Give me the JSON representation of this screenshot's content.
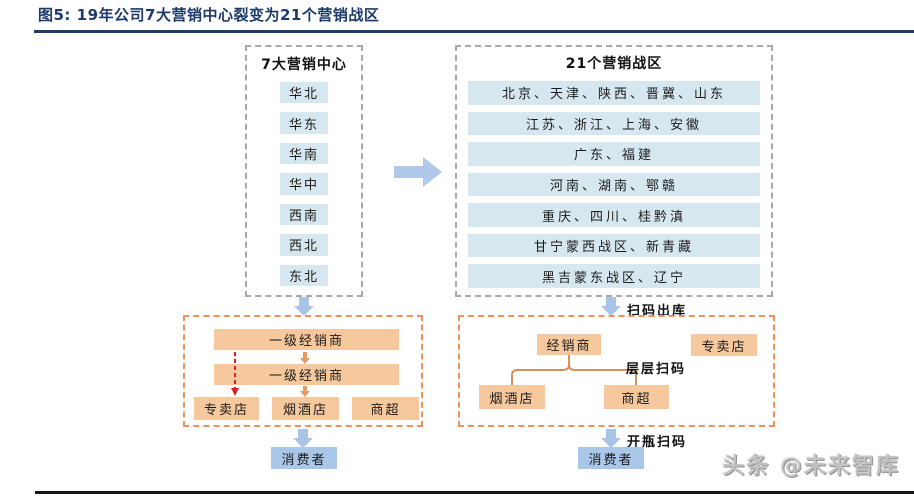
{
  "figure": {
    "title": "图5: 19年公司7大营销中心裂变为21个营销战区"
  },
  "marketing_centers": {
    "title": "7大营销中心",
    "items": [
      "华北",
      "华东",
      "华南",
      "华中",
      "西南",
      "西北",
      "东北"
    ]
  },
  "war_zones": {
    "title": "21个营销战区",
    "rows": [
      "北京、天津、陕西、晋冀、山东",
      "江苏、浙江、上海、安徽",
      "广东、福建",
      "河南、湖南、鄂赣",
      "重庆、四川、桂黔滇",
      "甘宁蒙西战区、新青藏",
      "黑吉蒙东战区、辽宁"
    ]
  },
  "old_channel": {
    "tier1": "一级经销商",
    "tier2": "一级经销商",
    "retailers": [
      "专卖店",
      "烟酒店",
      "商超"
    ],
    "consumer": "消费者"
  },
  "new_channel": {
    "scan_out_label": "扫码出库",
    "dealer": "经销商",
    "exclusive_store": "专卖店",
    "layer_scan_label": "层层扫码",
    "retailers": [
      "烟酒店",
      "商超"
    ],
    "open_bottle_scan_label": "开瓶扫码",
    "consumer": "消费者"
  },
  "watermark": "头条 @未来智库",
  "colors": {
    "title_navy": "#1e3a68",
    "light_blue_box": "#d6e7f0",
    "consumer_blue": "#a9c7e9",
    "arrow_blue": "#aac4e6",
    "orange_fill": "#f6c89e",
    "orange_border": "#f0905a",
    "red_arrow": "#e02020",
    "gray_dash": "#a8a8a8"
  }
}
